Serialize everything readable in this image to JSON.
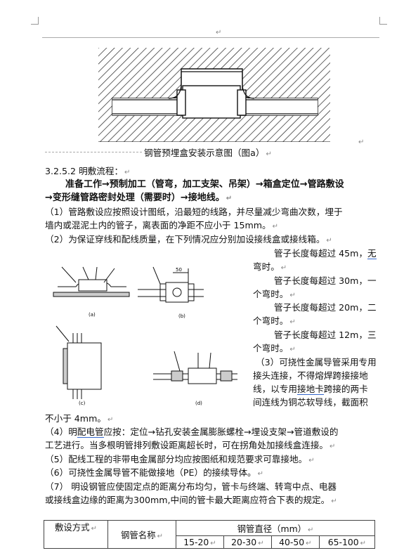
{
  "top_mark": "↵",
  "figure_caption": "钢管预埋盒安装示意图（图a）",
  "section_heading": "3.2.5.2 明敷流程：",
  "flow_line1": "准备工作→预制加工（管弯，加工支架、吊架）→箱盒定位→管路敷设",
  "flow_line2": "→变形缝管路密封处理（需要时）→接地线。",
  "p1_line1": "（1）管路敷设应按照设计图纸，沿最短的线路，并尽量减少弯曲次数，埋于",
  "p1_line2": "墙内或混泥土内的管子，离表面的净距不应小于 15mm。",
  "p2": "（2）为保证穿线和配线质量，在下列情况应分别加设接线盒或接线箱。",
  "right_col": [
    "管子长度每超过 45m，",
    "无",
    "弯时。",
    "管子长度每超过 30m，一",
    "个弯时。",
    "管子长度每超过 20m，二",
    "个弯时。",
    "管子长度每超过 12m，三",
    "个弯时。",
    "（3）可挠性金属导管采用专用",
    "接头连接，不得熔焊跨接接地",
    "线，以专用",
    "接地卡",
    "跨接的两卡",
    "间连线为铜芯软导线，截面积"
  ],
  "p3_tail": "不小于 4mm。",
  "p4_a": "（4）明",
  "p4_b": "配电管",
  "p4_c": "应按：定位→钻孔安装金属膨胀螺栓→埋设支架→管道敷设的",
  "p4_line2": "工艺进行。当多根明管排列敷设距离超长时，可在拐角处加接线盒连接。",
  "p5": "（5）配线工程的非带电金属部分均应按图纸和规范要求可靠接地。",
  "p6": "（6）可挠性金属导管不能做接地（PE）的接续导体。",
  "p7_line1": "（7） 明设钢管应使固定点的距离分布均匀，管卡与终端、转弯中点、电器",
  "p7_line2": "或接线盒边缘的距离为300mm,中间的管卡最大距离应符合下表的规定。",
  "fig_labels": {
    "a": "(a)",
    "b": "(b)",
    "c": "(c)",
    "d": "(d)",
    "dim50": "50"
  },
  "table": {
    "h1": "敷设方式",
    "h2": "钢管名称",
    "h3": "钢管直径（mm）",
    "sizes": [
      "15-20",
      "20-30",
      "40-50",
      "65-100"
    ]
  }
}
